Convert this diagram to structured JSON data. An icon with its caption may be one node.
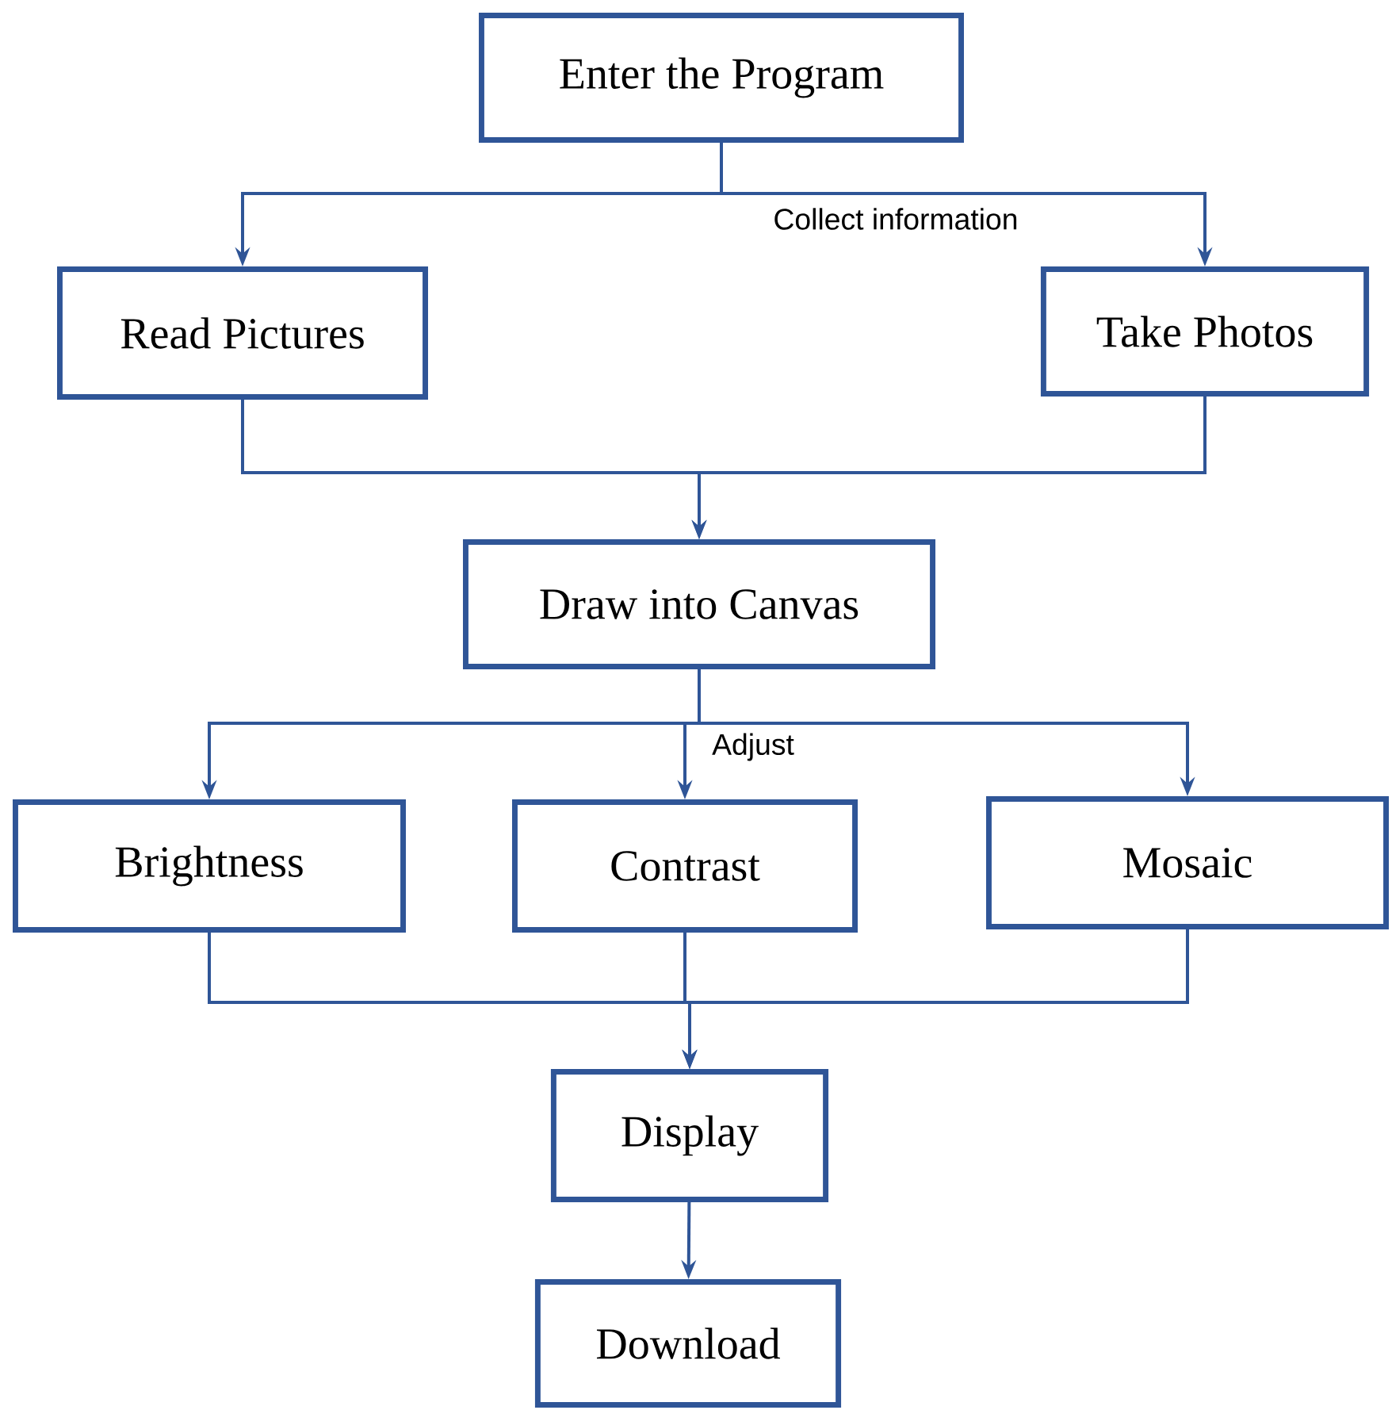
{
  "diagram": {
    "nodes": [
      {
        "text": [
          "Enter the Program"
        ]
      },
      {
        "text": [
          "Read Pictures"
        ]
      },
      {
        "text": [
          "Take Photos"
        ]
      },
      {
        "text": [
          "Draw into Canvas"
        ]
      },
      {
        "text": [
          "Brightness"
        ]
      },
      {
        "text": [
          "Contrast"
        ]
      },
      {
        "text": [
          "Mosaic"
        ]
      },
      {
        "text": [
          "Display"
        ]
      },
      {
        "text": [
          "Download"
        ]
      }
    ],
    "edges": [
      {
        "from": 0,
        "to": 1,
        "arrow": "to"
      },
      {
        "from": 0,
        "to": 2,
        "arrow": "to",
        "label": "Collect information"
      },
      {
        "from": 1,
        "to": 3,
        "arrow": "to"
      },
      {
        "from": 2,
        "to": 3,
        "arrow": "to"
      },
      {
        "from": 3,
        "to": 4,
        "arrow": "to"
      },
      {
        "from": 3,
        "to": 5,
        "arrow": "to",
        "label": "Adjust"
      },
      {
        "from": 3,
        "to": 6,
        "arrow": "to"
      },
      {
        "from": 4,
        "to": 7,
        "arrow": "to"
      },
      {
        "from": 5,
        "to": 7,
        "arrow": "to"
      },
      {
        "from": 6,
        "to": 7,
        "arrow": "to"
      },
      {
        "from": 7,
        "to": 8,
        "arrow": "to"
      }
    ]
  }
}
